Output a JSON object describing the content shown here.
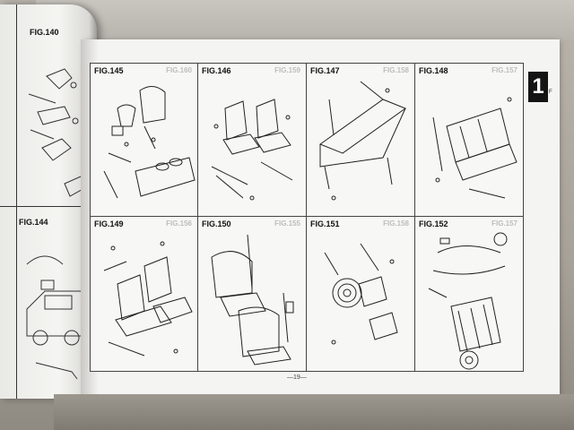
{
  "left_page": {
    "figures": [
      {
        "label": "FIG.140"
      },
      {
        "label": "FIG.144"
      }
    ]
  },
  "right_page": {
    "section_tab": "1",
    "tab_superscript": "F",
    "page_number": "—19—",
    "figures": [
      {
        "label": "FIG.145",
        "ghost": "FIG.160"
      },
      {
        "label": "FIG.146",
        "ghost": "FIG.159"
      },
      {
        "label": "FIG.147",
        "ghost": "FIG.158"
      },
      {
        "label": "FIG.148",
        "ghost": "FIG.157"
      },
      {
        "label": "FIG.149",
        "ghost": "FIG.156"
      },
      {
        "label": "FIG.150",
        "ghost": "FIG.155"
      },
      {
        "label": "FIG.151",
        "ghost": "FIG.158"
      },
      {
        "label": "FIG.152",
        "ghost": "FIG.157"
      }
    ]
  },
  "colors": {
    "ink": "#222222",
    "paper": "#f7f7f5",
    "ghost_ink": "#c4c4c4",
    "tab": "#141414"
  }
}
